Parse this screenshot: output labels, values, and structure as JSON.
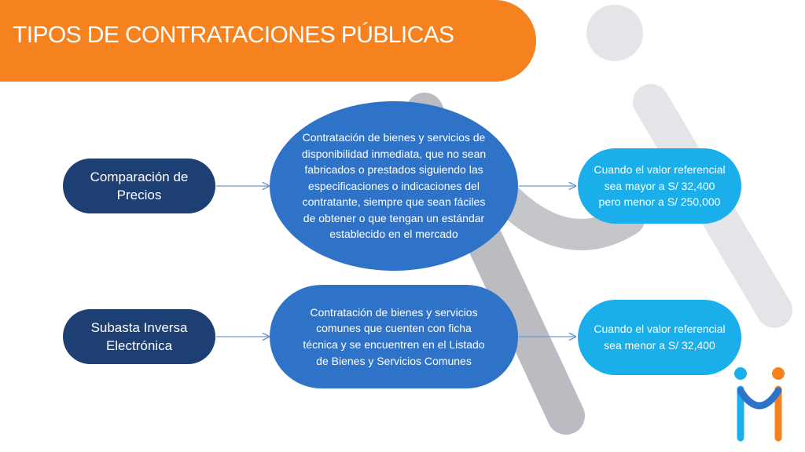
{
  "header": {
    "title": "TIPOS DE CONTRATACIONES PÚBLICAS"
  },
  "rows": [
    {
      "method": "Comparación de Precios",
      "description": "Contratación de bienes y servicios de disponibilidad inmediata, que no sean fabricados o prestados siguiendo las especificaciones o indicaciones del contratante, siempre que sean fáciles de obtener o que tengan un estándar establecido  en el mercado",
      "condition": "Cuando el valor referencial sea mayor a S/ 32,400 pero menor a S/ 250,000"
    },
    {
      "method": "Subasta Inversa Electrónica",
      "description": "Contratación de bienes y servicios comunes que cuenten con ficha técnica y se encuentren en el Listado de Bienes y Servicios Comunes",
      "condition": "Cuando el valor referencial sea menor a S/ 32,400"
    }
  ],
  "colors": {
    "header": "#f5811f",
    "method_box": "#1d3f73",
    "description_box": "#2f73c8",
    "condition_box": "#1aaeea",
    "arrow": "#6a9bd8"
  },
  "icons": {
    "background": "decorative-figure-icon",
    "logo": "brand-logo-icon"
  }
}
